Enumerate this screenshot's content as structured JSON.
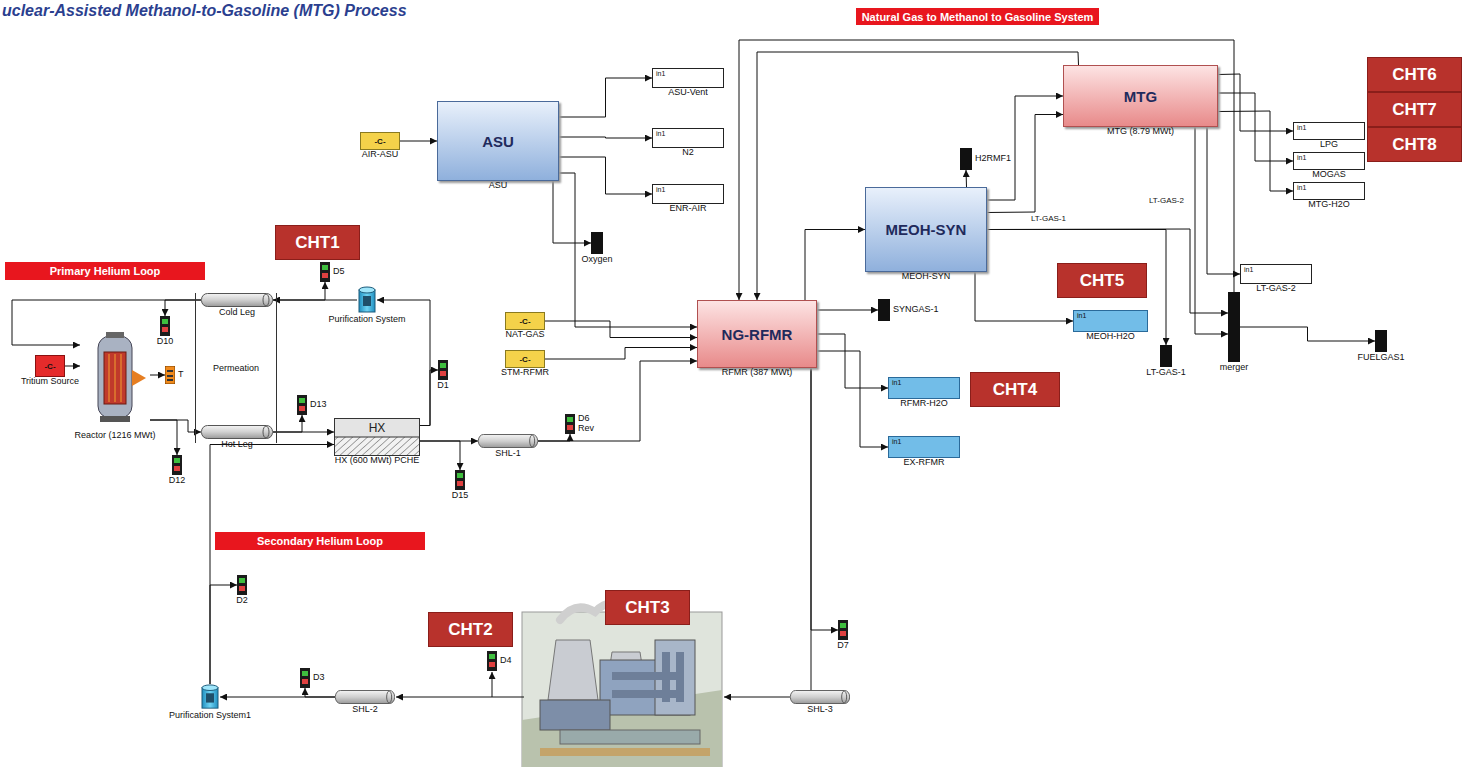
{
  "diagram": {
    "title": "uclear-Assisted Methanol-to-Gasoline (MTG) Process",
    "nodes": [
      {
        "text": [
          "Natural Gas to Methanol to Gasoline System"
        ]
      },
      {
        "text": [
          "MTG",
          "MTG (8.79 MWt)"
        ]
      },
      {
        "text": [
          "CHT6"
        ]
      },
      {
        "text": [
          "CHT7"
        ]
      },
      {
        "text": [
          "CHT8"
        ]
      },
      {
        "text": [
          "in1",
          "LPG"
        ]
      },
      {
        "text": [
          "in1",
          "MOGAS"
        ]
      },
      {
        "text": [
          "in1",
          "MTG-H2O"
        ]
      },
      {
        "text": [
          "H2RMF1"
        ]
      },
      {
        "text": [
          "ASU",
          "ASU"
        ]
      },
      {
        "text": [
          "-C-",
          "AIR-ASU"
        ]
      },
      {
        "text": [
          "in1",
          "ASU-Vent"
        ]
      },
      {
        "text": [
          "in1",
          "N2"
        ]
      },
      {
        "text": [
          "in1",
          "ENR-AIR"
        ]
      },
      {
        "text": [
          "Oxygen"
        ]
      },
      {
        "text": [
          "MEOH-SYN",
          "MEOH-SYN"
        ]
      },
      {
        "text": [
          "in1",
          "LT-GAS-2"
        ]
      },
      {
        "text": [
          "CHT1"
        ]
      },
      {
        "text": [
          "Primary Helium Loop"
        ]
      },
      {
        "text": [
          "D5"
        ]
      },
      {
        "text": [
          "Purification System"
        ]
      },
      {
        "text": [
          "Permeation"
        ]
      },
      {
        "text": [
          "Cold Leg"
        ],
        "in": 21
      },
      {
        "text": [
          "Hot Leg"
        ],
        "in": 21
      },
      {
        "text": [
          "D10"
        ]
      },
      {
        "text": [
          "-C-",
          "Tritium Source"
        ]
      },
      {
        "text": [
          "Reactor (1216 MWt)"
        ]
      },
      {
        "text": [
          "T"
        ]
      },
      {
        "text": [
          "D13"
        ]
      },
      {
        "text": [
          "D1"
        ]
      },
      {
        "text": [
          "-C-",
          "NAT-GAS"
        ]
      },
      {
        "text": [
          "-C-",
          "STM-RFMR"
        ]
      },
      {
        "text": [
          "NG-RFMR",
          "RFMR (387 MWt)"
        ]
      },
      {
        "text": [
          "SYNGAS-1"
        ]
      },
      {
        "text": [
          "CHT5"
        ]
      },
      {
        "text": [
          "in1",
          "MEOH-H2O"
        ]
      },
      {
        "text": [
          "merger"
        ]
      },
      {
        "text": [
          "FUELGAS1"
        ]
      },
      {
        "text": [
          "LT-GAS-1"
        ]
      },
      {
        "text": [
          "in1",
          "RFMR-H2O"
        ]
      },
      {
        "text": [
          "CHT4"
        ]
      },
      {
        "text": [
          "in1",
          "EX-RFMR"
        ]
      },
      {
        "text": [
          "HX",
          "HX (600 MWt) PCHE"
        ]
      },
      {
        "text": [
          "D12"
        ]
      },
      {
        "text": [
          "D15"
        ]
      },
      {
        "text": [
          "SHL-1"
        ]
      },
      {
        "text": [
          "D6",
          "Rev"
        ]
      },
      {
        "text": [
          "Secondary Helium Loop"
        ]
      },
      {
        "text": [
          "D2"
        ]
      },
      {
        "text": [
          "CHT3"
        ]
      },
      {
        "text": [
          "CHT2"
        ]
      },
      {
        "text": [
          "D4"
        ]
      },
      {
        "text": [
          "SHL-2"
        ]
      },
      {
        "text": [
          "D3"
        ]
      },
      {
        "text": [
          "Purification System1"
        ]
      },
      {
        "text": [
          "D7"
        ]
      },
      {
        "text": [
          "SHL-3"
        ]
      }
    ],
    "edges": [
      {
        "from": 10,
        "to": 9,
        "arrow": "to"
      },
      {
        "from": 9,
        "to": 11,
        "arrow": "to"
      },
      {
        "from": 9,
        "to": 12,
        "arrow": "to"
      },
      {
        "from": 9,
        "to": 13,
        "arrow": "to"
      },
      {
        "from": 9,
        "to": 14,
        "arrow": "to"
      },
      {
        "from": 9,
        "to": 32,
        "arrow": "to"
      },
      {
        "from": 30,
        "to": 32,
        "arrow": "to"
      },
      {
        "from": 31,
        "to": 32,
        "arrow": "to"
      },
      {
        "from": 45,
        "to": 32,
        "arrow": "to"
      },
      {
        "from": 45,
        "to": 46,
        "arrow": "to"
      },
      {
        "from": 36,
        "to": 37,
        "arrow": "to"
      },
      {
        "from": 36,
        "to": 32,
        "arrow": "to"
      },
      {
        "from": 1,
        "to": 32,
        "arrow": "to"
      },
      {
        "from": 32,
        "to": 15,
        "arrow": "to"
      },
      {
        "from": 32,
        "to": 33,
        "arrow": "to"
      },
      {
        "from": 32,
        "to": 39,
        "arrow": "to"
      },
      {
        "from": 32,
        "to": 41,
        "arrow": "to"
      },
      {
        "from": 32,
        "to": 55,
        "arrow": "to"
      },
      {
        "from": 32,
        "to": 56,
        "arrow": "to"
      },
      {
        "from": 15,
        "to": 8,
        "arrow": "to"
      },
      {
        "from": 15,
        "to": 1,
        "arrow": "to"
      },
      {
        "from": 15,
        "to": 1,
        "arrow": "to"
      },
      {
        "from": 15,
        "to": 38,
        "label": "LT-GAS-1",
        "arrow": "to"
      },
      {
        "from": 15,
        "to": 35,
        "arrow": "to"
      },
      {
        "from": 15,
        "to": 36,
        "arrow": "to"
      },
      {
        "from": 1,
        "to": 5,
        "arrow": "to"
      },
      {
        "from": 1,
        "to": 6,
        "arrow": "to"
      },
      {
        "from": 1,
        "to": 7,
        "arrow": "to"
      },
      {
        "from": 1,
        "to": 16,
        "arrow": "to"
      },
      {
        "from": 1,
        "to": 36,
        "label": "LT-GAS-2",
        "arrow": "to"
      },
      {
        "from": 25,
        "to": 26,
        "arrow": "to"
      },
      {
        "from": 22,
        "to": 26,
        "arrow": "to"
      },
      {
        "from": 22,
        "to": 24,
        "arrow": "to"
      },
      {
        "from": 26,
        "to": 27,
        "arrow": "to"
      },
      {
        "from": 26,
        "to": 23,
        "arrow": "to"
      },
      {
        "from": 26,
        "to": 43,
        "arrow": "to"
      },
      {
        "from": 23,
        "to": 42,
        "arrow": "to"
      },
      {
        "from": 23,
        "to": 28,
        "arrow": "to"
      },
      {
        "from": 42,
        "to": 20,
        "arrow": "to"
      },
      {
        "from": 42,
        "to": 29,
        "arrow": "to"
      },
      {
        "from": 20,
        "to": 22,
        "arrow": "to"
      },
      {
        "from": 22,
        "to": 19,
        "arrow": "to"
      },
      {
        "from": 42,
        "to": 45,
        "arrow": "to"
      },
      {
        "from": 42,
        "to": 44,
        "arrow": "to"
      },
      {
        "from": 54,
        "to": 42,
        "arrow": "to"
      },
      {
        "from": 54,
        "to": 48,
        "arrow": "to"
      },
      {
        "from": 52,
        "to": 54,
        "arrow": "to"
      },
      {
        "from": 52,
        "to": 53,
        "arrow": "to"
      }
    ]
  }
}
